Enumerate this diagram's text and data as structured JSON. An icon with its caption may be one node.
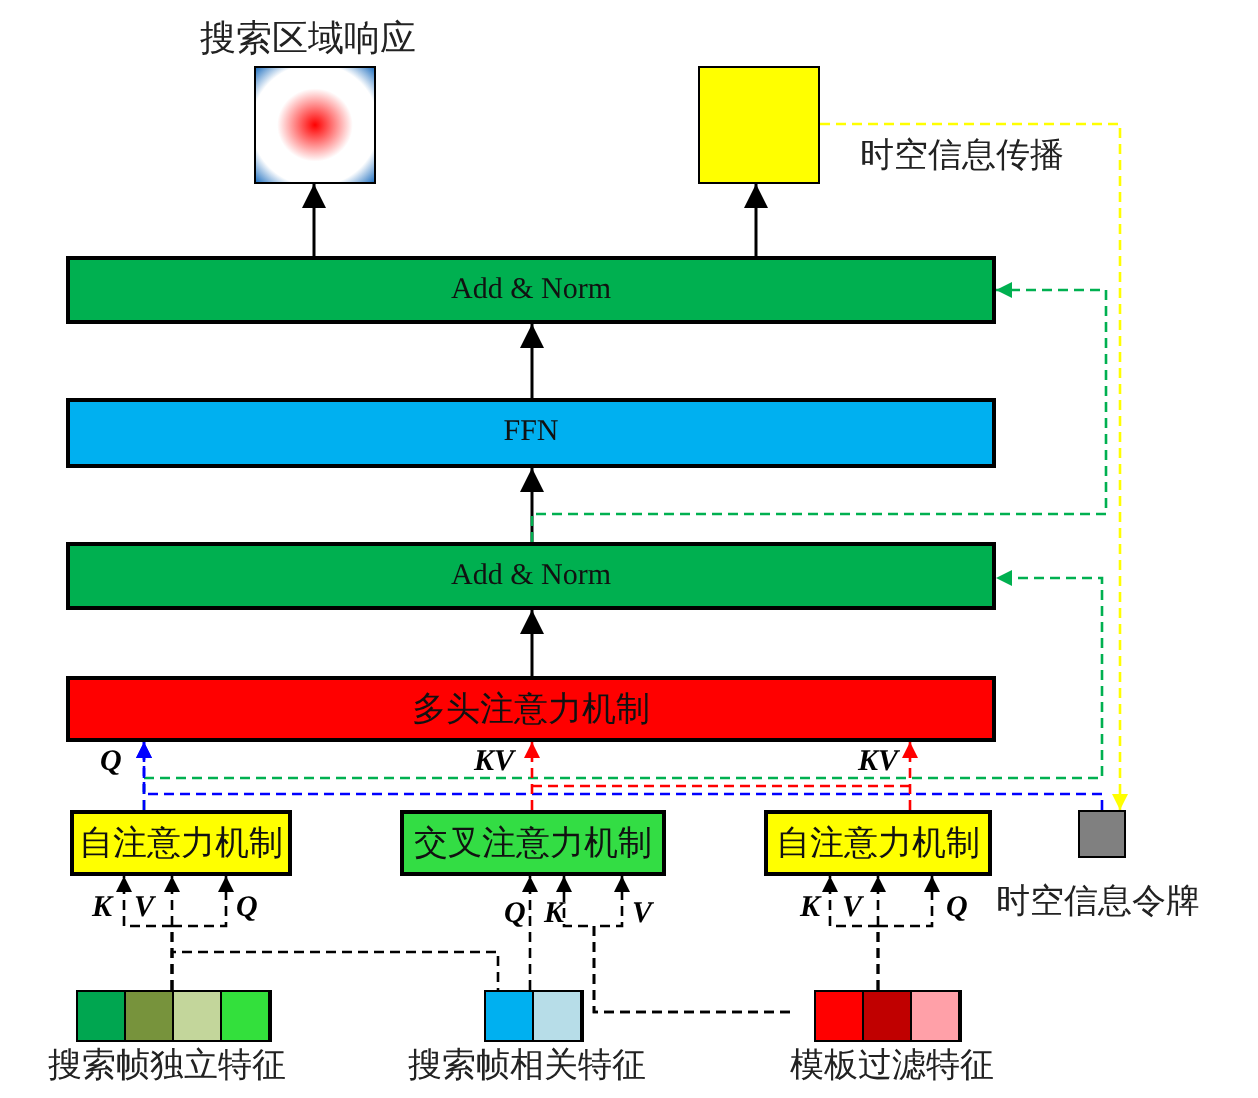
{
  "diagram": {
    "nodes": [
      {
        "text": [
          "搜索区域响应"
        ]
      },
      {
        "text": [],
        "shape": "box",
        "beside": [
          "时空信息传播"
        ]
      },
      {
        "text": [
          "Add & Norm"
        ]
      },
      {
        "text": [
          "FFN"
        ]
      },
      {
        "text": [
          "Add & Norm"
        ]
      },
      {
        "text": [
          "多头注意力机制"
        ]
      },
      {
        "text": [
          "自注意力机制"
        ]
      },
      {
        "text": [
          "交叉注意力机制"
        ]
      },
      {
        "text": [
          "自注意力机制"
        ]
      },
      {
        "text": [
          "时空信息令牌"
        ]
      },
      {
        "text": [
          "搜索帧独立特征"
        ]
      },
      {
        "text": [
          "搜索帧相关特征"
        ]
      },
      {
        "text": [
          "模板过滤特征"
        ]
      }
    ],
    "edges": [
      {
        "from": 2,
        "to": 0,
        "arrow": "to"
      },
      {
        "from": 2,
        "to": 1,
        "arrow": "to"
      },
      {
        "from": 3,
        "to": 2,
        "arrow": "to"
      },
      {
        "from": 4,
        "to": 3,
        "arrow": "to"
      },
      {
        "from": 5,
        "to": 4,
        "arrow": "to"
      },
      {
        "from": 4,
        "to": 2,
        "arrow": "to",
        "style": "dashed",
        "color": "#00b050"
      },
      {
        "from": 6,
        "to": 4,
        "arrow": "to",
        "style": "dashed",
        "color": "#00b050"
      },
      {
        "from": 6,
        "to": 5,
        "arrow": "to",
        "style": "dashed",
        "color": "#0000ff",
        "label": "Q"
      },
      {
        "from": 9,
        "to": 5,
        "arrow": "to",
        "style": "dashed",
        "color": "#0000ff"
      },
      {
        "from": 7,
        "to": 5,
        "arrow": "to",
        "style": "dashed",
        "color": "#ff0000",
        "label": "KV"
      },
      {
        "from": 8,
        "to": 5,
        "arrow": "to",
        "style": "dashed",
        "color": "#ff0000",
        "label": "KV"
      },
      {
        "from": 1,
        "to": 9,
        "arrow": "to",
        "style": "dashed",
        "color": "#ffff00"
      },
      {
        "from": 10,
        "to": 6,
        "arrow": "to",
        "style": "dashed"
      },
      {
        "from": 10,
        "to": 6,
        "arrow": "to",
        "style": "dashed"
      },
      {
        "from": 10,
        "to": 6,
        "arrow": "to",
        "style": "dashed"
      },
      {
        "from": 11,
        "to": 7,
        "arrow": "to",
        "style": "dashed"
      },
      {
        "from": 12,
        "to": 7,
        "arrow": "to",
        "style": "dashed"
      },
      {
        "from": 12,
        "to": 7,
        "arrow": "to",
        "style": "dashed"
      },
      {
        "from": 12,
        "to": 8,
        "arrow": "to",
        "style": "dashed"
      },
      {
        "from": 12,
        "to": 8,
        "arrow": "to",
        "style": "dashed"
      },
      {
        "from": 12,
        "to": 8,
        "arrow": "to",
        "style": "dashed"
      },
      {
        "from": 10,
        "to": 11,
        "arrow": "none",
        "style": "dashed"
      }
    ],
    "labels": [
      "K",
      "V",
      "Q",
      "Q",
      "K",
      "V",
      "K",
      "V",
      "Q"
    ]
  }
}
